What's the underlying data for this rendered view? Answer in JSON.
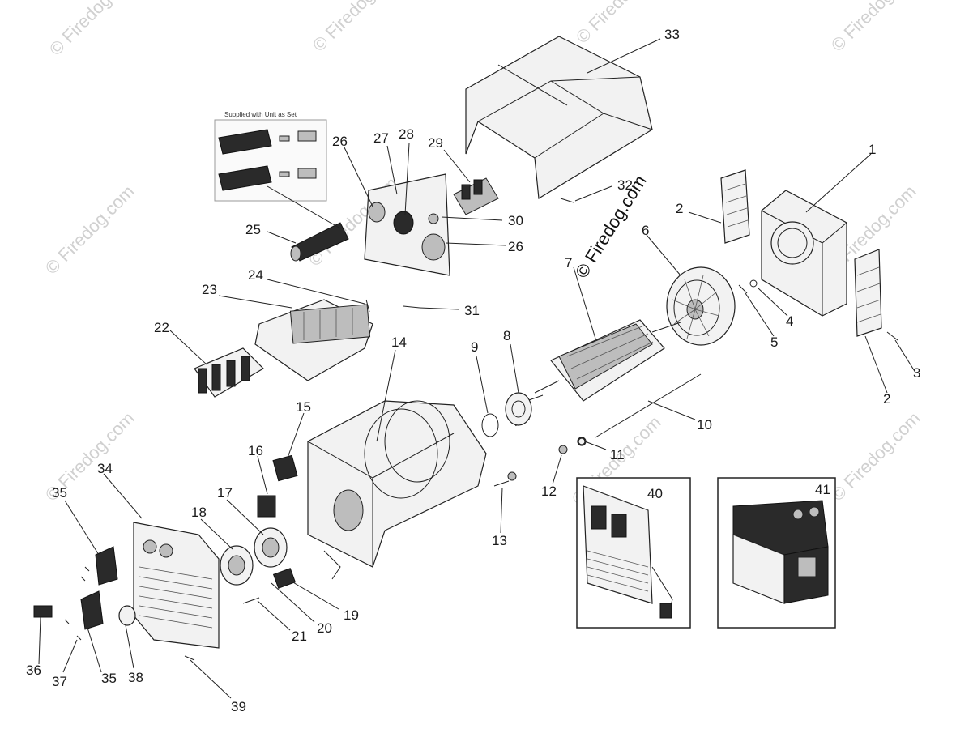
{
  "watermark": "© Firedog.com",
  "brand_text": "© Firedog.com",
  "inset_caption": "Supplied with Unit as Set",
  "callouts": [
    {
      "id": "c33",
      "label": "33"
    },
    {
      "id": "c1",
      "label": "1"
    },
    {
      "id": "c2a",
      "label": "2"
    },
    {
      "id": "c2b",
      "label": "2"
    },
    {
      "id": "c3",
      "label": "3"
    },
    {
      "id": "c4",
      "label": "4"
    },
    {
      "id": "c5",
      "label": "5"
    },
    {
      "id": "c6",
      "label": "6"
    },
    {
      "id": "c7",
      "label": "7"
    },
    {
      "id": "c8",
      "label": "8"
    },
    {
      "id": "c9",
      "label": "9"
    },
    {
      "id": "c10",
      "label": "10"
    },
    {
      "id": "c11",
      "label": "11"
    },
    {
      "id": "c12",
      "label": "12"
    },
    {
      "id": "c13",
      "label": "13"
    },
    {
      "id": "c14",
      "label": "14"
    },
    {
      "id": "c15",
      "label": "15"
    },
    {
      "id": "c16",
      "label": "16"
    },
    {
      "id": "c17",
      "label": "17"
    },
    {
      "id": "c18",
      "label": "18"
    },
    {
      "id": "c19",
      "label": "19"
    },
    {
      "id": "c20",
      "label": "20"
    },
    {
      "id": "c21",
      "label": "21"
    },
    {
      "id": "c22",
      "label": "22"
    },
    {
      "id": "c23",
      "label": "23"
    },
    {
      "id": "c24",
      "label": "24"
    },
    {
      "id": "c25",
      "label": "25"
    },
    {
      "id": "c26a",
      "label": "26"
    },
    {
      "id": "c26b",
      "label": "26"
    },
    {
      "id": "c27",
      "label": "27"
    },
    {
      "id": "c28",
      "label": "28"
    },
    {
      "id": "c29",
      "label": "29"
    },
    {
      "id": "c30",
      "label": "30"
    },
    {
      "id": "c31",
      "label": "31"
    },
    {
      "id": "c32",
      "label": "32"
    },
    {
      "id": "c34",
      "label": "34"
    },
    {
      "id": "c35a",
      "label": "35"
    },
    {
      "id": "c35b",
      "label": "35"
    },
    {
      "id": "c36",
      "label": "36"
    },
    {
      "id": "c37",
      "label": "37"
    },
    {
      "id": "c38",
      "label": "38"
    },
    {
      "id": "c39",
      "label": "39"
    },
    {
      "id": "c40",
      "label": "40"
    },
    {
      "id": "c41",
      "label": "41"
    }
  ]
}
